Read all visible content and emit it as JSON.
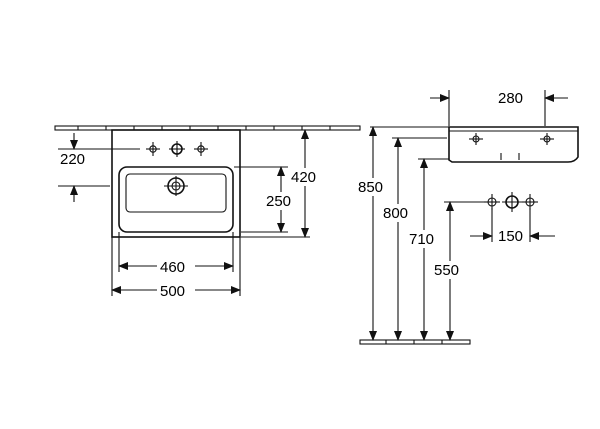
{
  "dimensions": {
    "front_view": {
      "overall_width": "500",
      "bowl_width": "460",
      "tap_hole_height": "220",
      "bowl_height": "250",
      "overall_depth": "420"
    },
    "side_view": {
      "width": "280",
      "rim_height": "850",
      "underside_height": "800",
      "outlet_height": "710",
      "supply_height": "550",
      "supply_spacing": "150"
    }
  }
}
